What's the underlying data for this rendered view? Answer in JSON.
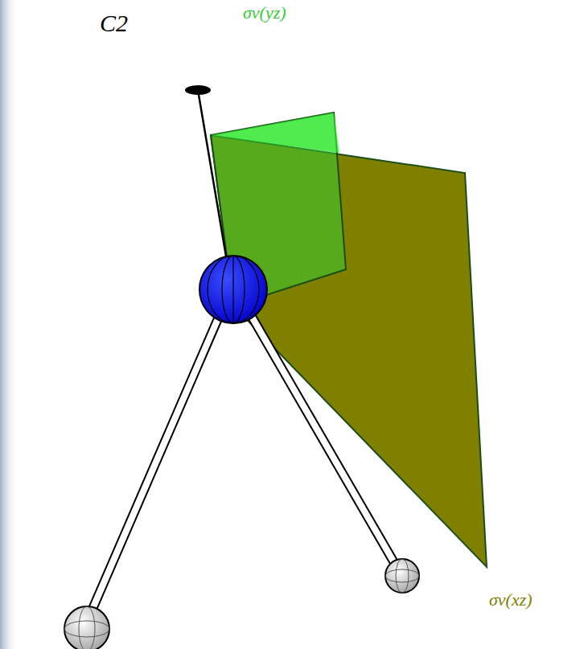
{
  "diagram": {
    "labels": [
      "C2",
      "σv(yz)",
      "σv(xz)"
    ]
  }
}
